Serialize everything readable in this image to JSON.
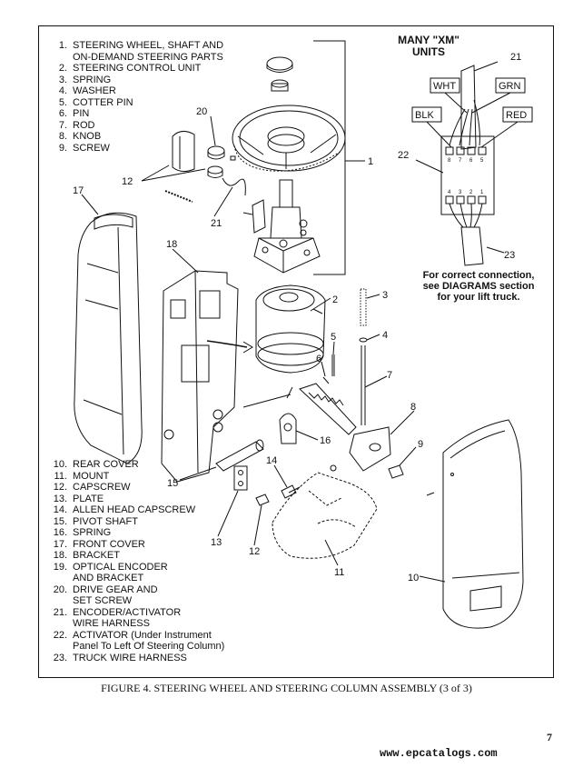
{
  "parts_list_a": [
    {
      "num": "1.",
      "text": "STEERING WHEEL, SHAFT AND"
    },
    {
      "num": "",
      "text": "ON-DEMAND STEERING PARTS"
    },
    {
      "num": "2.",
      "text": "STEERING CONTROL UNIT"
    },
    {
      "num": "3.",
      "text": "SPRING"
    },
    {
      "num": "4.",
      "text": "WASHER"
    },
    {
      "num": "5.",
      "text": "COTTER PIN"
    },
    {
      "num": "6.",
      "text": "PIN"
    },
    {
      "num": "7.",
      "text": "ROD"
    },
    {
      "num": "8.",
      "text": "KNOB"
    },
    {
      "num": "9.",
      "text": "SCREW"
    }
  ],
  "parts_list_b": [
    {
      "num": "10.",
      "text": "REAR COVER"
    },
    {
      "num": "11.",
      "text": "MOUNT"
    },
    {
      "num": "12.",
      "text": "CAPSCREW"
    },
    {
      "num": "13.",
      "text": "PLATE"
    },
    {
      "num": "14.",
      "text": "ALLEN HEAD CAPSCREW"
    },
    {
      "num": "15.",
      "text": "PIVOT SHAFT"
    },
    {
      "num": "16.",
      "text": "SPRING"
    },
    {
      "num": "17.",
      "text": "FRONT COVER"
    },
    {
      "num": "18.",
      "text": "BRACKET"
    },
    {
      "num": "19.",
      "text": "OPTICAL ENCODER"
    },
    {
      "num": "",
      "text": "AND BRACKET"
    },
    {
      "num": "20.",
      "text": "DRIVE GEAR AND"
    },
    {
      "num": "",
      "text": "SET SCREW"
    },
    {
      "num": "21.",
      "text": "ENCODER/ACTIVATOR"
    },
    {
      "num": "",
      "text": "WIRE HARNESS"
    },
    {
      "num": "22.",
      "text": "ACTIVATOR (Under Instrument"
    },
    {
      "num": "",
      "text": "Panel To Left Of Steering Column)"
    },
    {
      "num": "23.",
      "text": "TRUCK WIRE HARNESS"
    }
  ],
  "xm_panel": {
    "title_line1": "MANY \"XM\"",
    "title_line2": "UNITS",
    "wires": {
      "wht": "WHT",
      "grn": "GRN",
      "blk": "BLK",
      "red": "RED"
    },
    "pins_top": [
      "8",
      "7",
      "6",
      "5"
    ],
    "pins_bottom": [
      "4",
      "3",
      "2",
      "1"
    ],
    "note_line1": "For correct connection,",
    "note_line2": "see DIAGRAMS section",
    "note_line3": "for your lift truck."
  },
  "callouts": {
    "c1": "1",
    "c2": "2",
    "c3": "3",
    "c4": "4",
    "c5": "5",
    "c6": "6",
    "c7": "7",
    "c8": "8",
    "c9": "9",
    "c10": "10",
    "c11": "11",
    "c12a": "12",
    "c12b": "12",
    "c13": "13",
    "c14": "14",
    "c15": "15",
    "c16": "16",
    "c17": "17",
    "c18": "18",
    "c20": "20",
    "c21a": "21",
    "c21b": "21",
    "c22": "22",
    "c23": "23"
  },
  "caption": "FIGURE 4. STEERING WHEEL AND STEERING COLUMN ASSEMBLY (3 of 3)",
  "page_number": "7",
  "watermark": "www.epcatalogs.com"
}
